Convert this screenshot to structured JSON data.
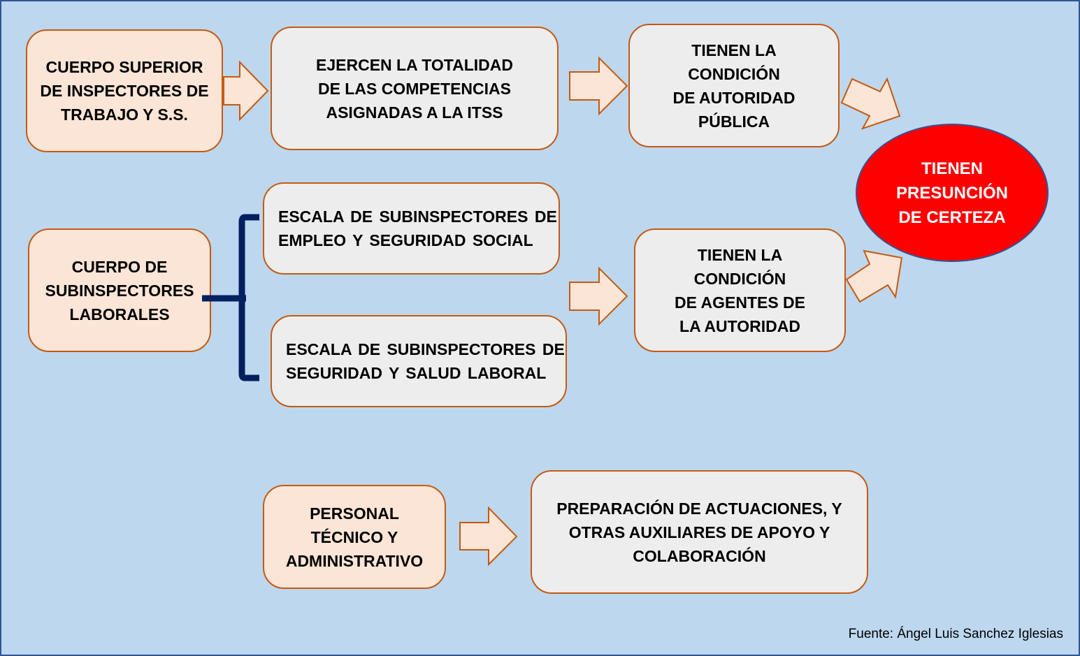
{
  "diagram": {
    "row1": {
      "source_box": "CUERPO SUPERIOR\nDE INSPECTORES DE\nTRABAJO Y S.S.",
      "competence_box": "EJERCEN LA TOTALIDAD\nDE LAS  COMPETENCIAS\nASIGNADAS A LA ITSS",
      "condition_box": "TIENEN LA\nCONDICIÓN\nDE AUTORIDAD\nPÚBLICA"
    },
    "row2": {
      "source_box": "CUERPO DE\nSUBINSPECTORES\nLABORALES",
      "scale_1": "ESCALA DE SUBINSPECTORES DE\nEMPLEO Y SEGURIDAD SOCIAL",
      "scale_2": "ESCALA DE SUBINSPECTORES DE\nSEGURIDAD Y SALUD LABORAL",
      "condition_box": "TIENEN LA\nCONDICIÓN\nDE AGENTES DE\n LA AUTORIDAD"
    },
    "result_ellipse": "TIENEN\nPRESUNCIÓN\nDE CERTEZA",
    "row3": {
      "source_box": "PERSONAL\nTÉCNICO Y\nADMINISTRATIVO",
      "function_box": "PREPARACIÓN DE ACTUACIONES, Y\nOTRAS AUXILIARES DE APOYO Y\nCOLABORACIÓN"
    }
  },
  "source_note": "Fuente: Ángel Luis Sanchez Iglesias",
  "colors": {
    "background": "#bdd7ee",
    "frame_border": "#2f5597",
    "box_border": "#c55a11",
    "peach_fill": "#fbe5d6",
    "grey_fill": "#ededed",
    "ellipse_fill": "#ff0000",
    "brace": "#002060"
  }
}
